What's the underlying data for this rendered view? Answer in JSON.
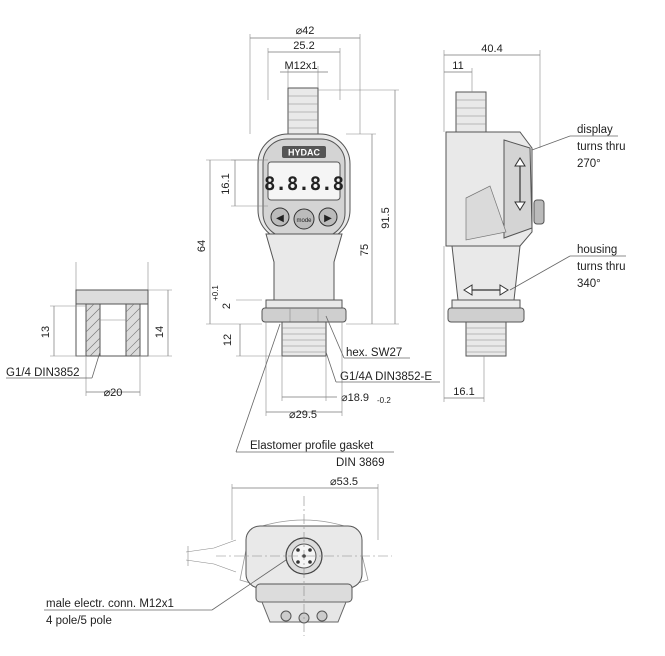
{
  "callouts": {
    "display_rotation": [
      "display",
      "turns thru",
      "270°"
    ],
    "housing_rotation": [
      "housing",
      "turns thru",
      "340°"
    ],
    "hex": "hex. SW27",
    "thread_left": "G1/4 DIN3852",
    "thread_main": "G1/4A DIN3852-E",
    "gasket": [
      "Elastomer profile gasket",
      "DIN 3869"
    ],
    "connector": [
      "male electr. conn. M12x1",
      "4 pole/5 pole"
    ]
  },
  "front_view": {
    "brand": "HYDAC",
    "digits": "8.8.8.8",
    "keys": [
      "◀",
      "mode",
      "▶"
    ],
    "dims": {
      "overall_width": "⌀42",
      "body_width": "25.2",
      "connector_thread": "M12x1",
      "display_height": "16.1",
      "height_64": "64",
      "tol": "+0.1",
      "collar_2": "2",
      "thread_12": "12",
      "height_75": "75",
      "height_91_5": "91.5",
      "dia_18_9": "⌀18.9",
      "tol_18_9": "-0.2",
      "dia_29_5": "⌀29.5"
    }
  },
  "side_view": {
    "dims": {
      "width_40_4": "40.4",
      "offset_11": "11",
      "depth_16_1": "16.1"
    }
  },
  "port_view": {
    "dims": {
      "h13": "13",
      "h14": "14",
      "dia_20": "⌀20"
    }
  },
  "bottom_view": {
    "dims": {
      "dia_53_5": "⌀53.5"
    }
  }
}
